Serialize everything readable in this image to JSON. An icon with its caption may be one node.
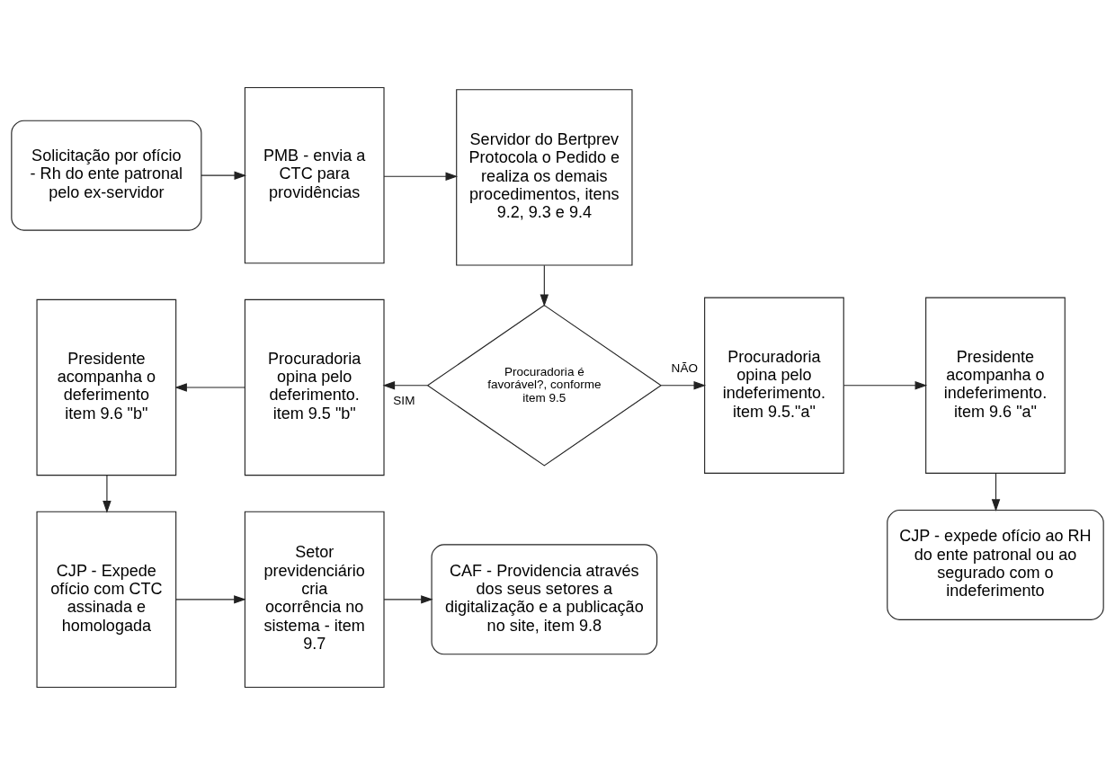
{
  "diagram": {
    "nodes": [
      {
        "text": [
          "Solicitação por ofício - Rh do ente patronal pelo ex-servidor"
        ]
      },
      {
        "text": [
          "PMB - envia a CTC para providências"
        ]
      },
      {
        "text": [
          "Servidor do Bertprev Protocola o Pedido e realiza os demais procedimentos, itens 9.2, 9.3 e 9.4"
        ]
      },
      {
        "text": [
          "CJP - expede ofício ao RH do ente patronal ou ao segurado com o indeferimento"
        ]
      },
      {
        "text": [
          "Presidente acompanha o deferimento item 9.6 \"b\""
        ]
      },
      {
        "text": [
          "Procuradoria opina pelo deferimento. item 9.5 \"b\""
        ]
      },
      {
        "text": [
          "Procuradoria é favorável?, conforme item 9.5"
        ]
      },
      {
        "text": [
          "Procuradoria opina pelo indeferimento. item 9.5.\"a\""
        ]
      },
      {
        "text": [
          "Presidente acompanha o indeferimento. item 9.6 \"a\""
        ]
      },
      {
        "text": [
          "CJP - Expede ofício com CTC assinada e homologada"
        ]
      },
      {
        "text": [
          "Setor previdenciário cria ocorrência no sistema - item 9.7"
        ]
      },
      {
        "text": [
          "CAF - Providencia através dos seus setores a digitalização e a publicação no site, item 9.8"
        ]
      }
    ],
    "edges": [
      {
        "from": 0,
        "to": 1,
        "arrow": "to"
      },
      {
        "from": 1,
        "to": 2,
        "arrow": "to"
      },
      {
        "from": 2,
        "to": 6,
        "arrow": "to"
      },
      {
        "from": 6,
        "to": 5,
        "arrow": "to",
        "label": "SIM"
      },
      {
        "from": 6,
        "to": 7,
        "arrow": "to",
        "label": "NÃO"
      },
      {
        "from": 5,
        "to": 4,
        "arrow": "to"
      },
      {
        "from": 7,
        "to": 8,
        "arrow": "to"
      },
      {
        "from": 8,
        "to": 3,
        "arrow": "to"
      },
      {
        "from": 4,
        "to": 9,
        "arrow": "to"
      },
      {
        "from": 9,
        "to": 10,
        "arrow": "to"
      },
      {
        "from": 10,
        "to": 11,
        "arrow": "to"
      }
    ]
  }
}
